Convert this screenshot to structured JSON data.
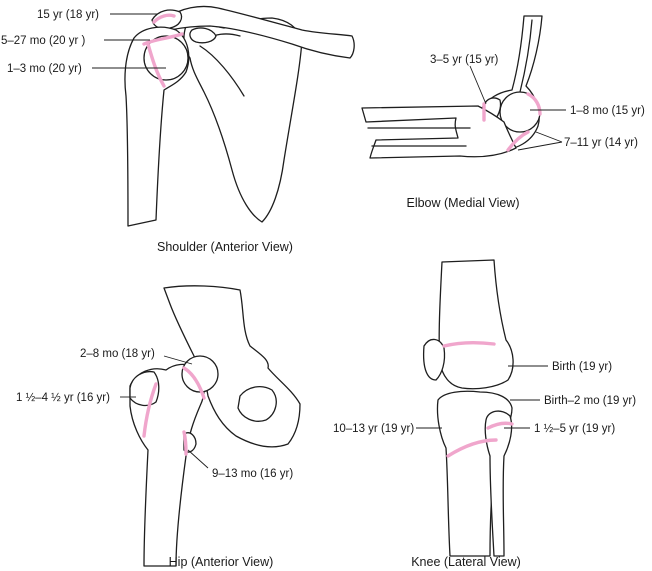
{
  "colors": {
    "growth_plate": "#f0a6cc",
    "outline": "#1e1e1e",
    "background": "#ffffff"
  },
  "panels": {
    "shoulder": {
      "caption": "Shoulder (Anterior View)",
      "labels": [
        "15 yr (18 yr)",
        "5–27 mo (20 yr )",
        "1–3 mo (20 yr)"
      ]
    },
    "elbow": {
      "caption": "Elbow (Medial View)",
      "labels": [
        "3–5 yr (15 yr)",
        "1–8 mo (15 yr)",
        "7–11 yr (14 yr)"
      ]
    },
    "hip": {
      "caption": "Hip (Anterior View)",
      "labels": [
        "2–8 mo (18 yr)",
        "1 ½–4 ½ yr (16 yr)",
        "9–13 mo (16 yr)"
      ]
    },
    "knee": {
      "caption": "Knee (Lateral View)",
      "labels": [
        "Birth (19 yr)",
        "Birth–2 mo (19 yr)",
        "10–13 yr (19 yr)",
        "1 ½–5 yr (19 yr)"
      ]
    }
  }
}
